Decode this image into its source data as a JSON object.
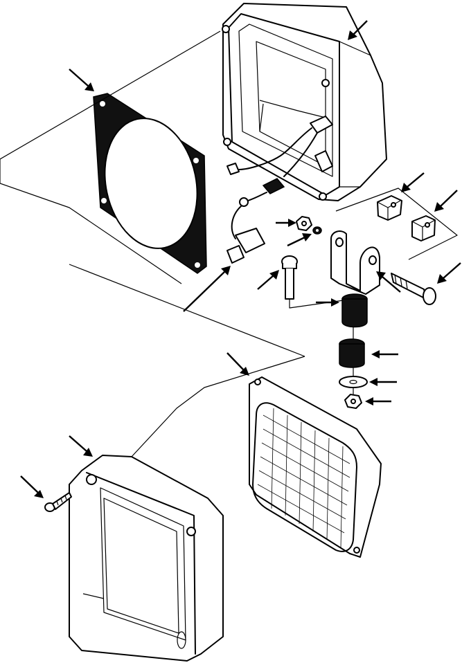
{
  "diagram": {
    "type": "exploded-parts-view",
    "colors": {
      "ink": "#000000",
      "paper": "#ffffff"
    },
    "parts": [
      {
        "id": "housing",
        "icon": "lamp-housing-icon"
      },
      {
        "id": "gasket",
        "icon": "gasket-icon"
      },
      {
        "id": "harness",
        "icon": "wire-harness-icon"
      },
      {
        "id": "spacer-1",
        "icon": "spacer-block-icon"
      },
      {
        "id": "spacer-2",
        "icon": "spacer-block-icon"
      },
      {
        "id": "nut-upper",
        "icon": "nut-icon"
      },
      {
        "id": "washer-upper",
        "icon": "washer-icon"
      },
      {
        "id": "bolt-vertical",
        "icon": "bolt-icon"
      },
      {
        "id": "bracket",
        "icon": "mounting-bracket-icon"
      },
      {
        "id": "bolt-horizontal",
        "icon": "bolt-icon"
      },
      {
        "id": "isolator-upper",
        "icon": "rubber-isolator-icon"
      },
      {
        "id": "isolator-lower",
        "icon": "rubber-isolator-icon"
      },
      {
        "id": "washer-lower",
        "icon": "washer-icon"
      },
      {
        "id": "nut-lower",
        "icon": "nut-icon"
      },
      {
        "id": "sealed-beam",
        "icon": "sealed-beam-lamp-icon"
      },
      {
        "id": "bezel",
        "icon": "bezel-frame-icon"
      },
      {
        "id": "screw",
        "icon": "screw-icon"
      }
    ]
  }
}
